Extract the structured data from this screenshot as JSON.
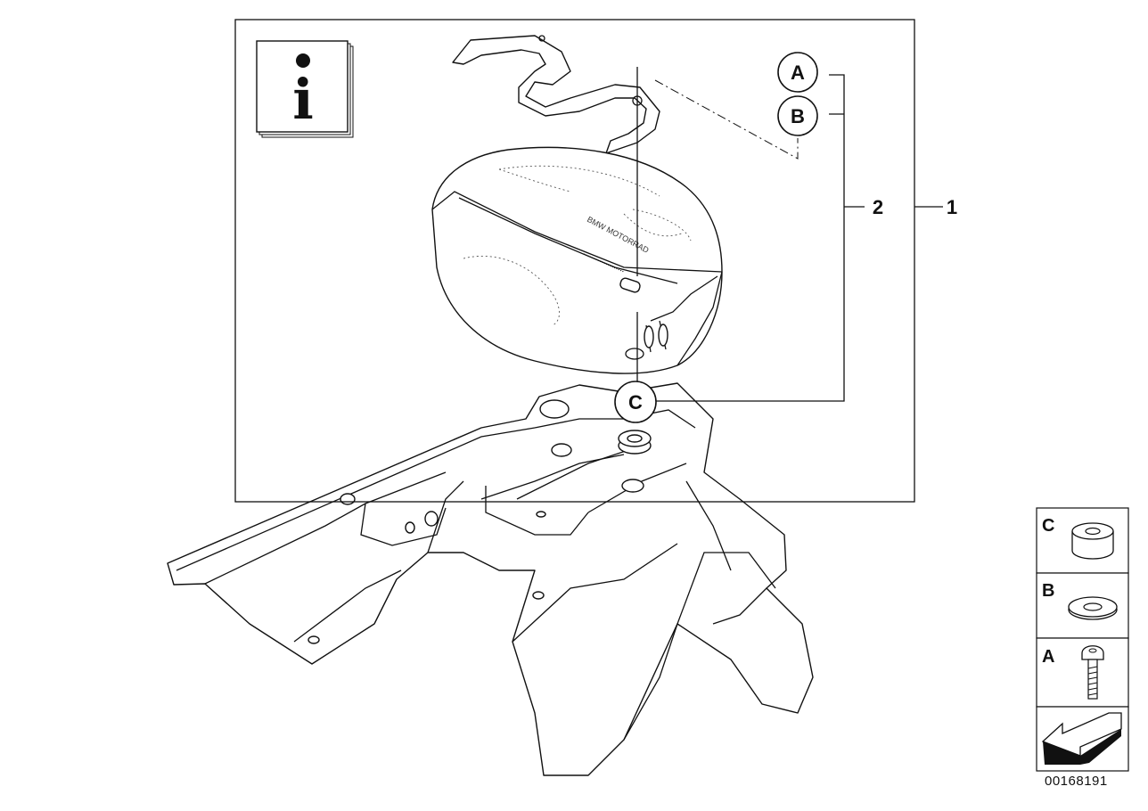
{
  "callouts": {
    "A": "A",
    "B": "B",
    "C": "C"
  },
  "item_numbers": {
    "one": "1",
    "two": "2"
  },
  "info_icon_glyph": "i",
  "legend": [
    {
      "letter": "C",
      "part_icon": "spacer-sleeve-icon"
    },
    {
      "letter": "B",
      "part_icon": "washer-icon"
    },
    {
      "letter": "A",
      "part_icon": "screw-icon"
    },
    {
      "letter": "",
      "part_icon": "arrow-left-icon"
    }
  ],
  "bag_print": "BMW MOTORRAD",
  "reference_number": "00168191"
}
